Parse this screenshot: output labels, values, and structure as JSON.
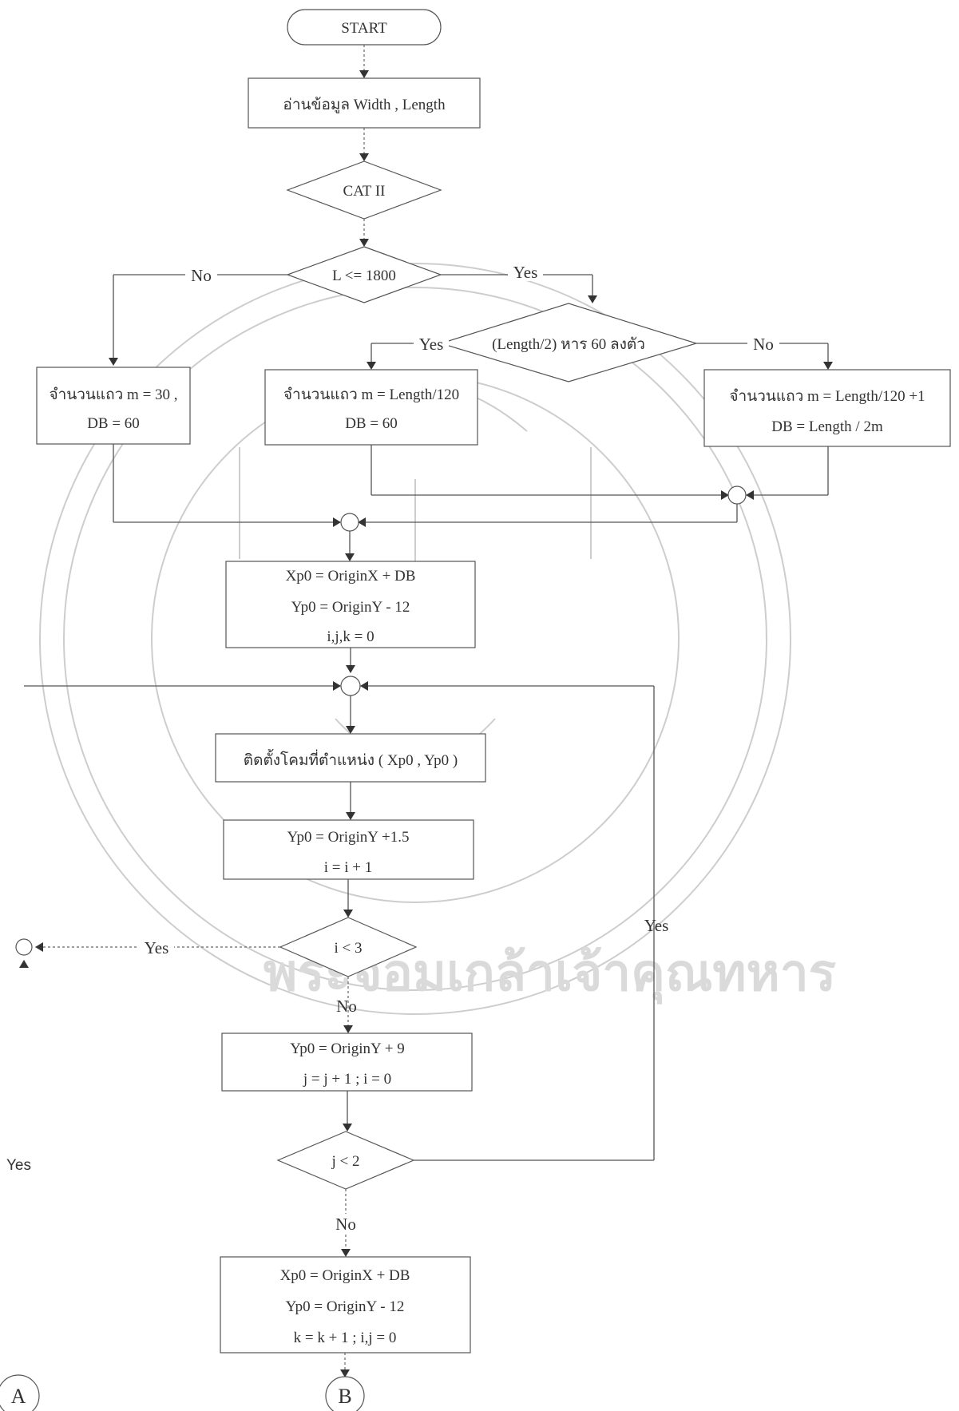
{
  "nodes": {
    "start": "START",
    "read_input": "อ่านข้อมูล Width , Length",
    "cat": "CAT  II",
    "length_check": "L <= 1800",
    "divisible_check": "(Length/2) หาร 60 ลงตัว",
    "rows_30": [
      "จำนวนแถว m = 30 ,",
      "DB = 60"
    ],
    "rows_length_120": [
      "จำนวนแถว m = Length/120",
      "DB = 60"
    ],
    "rows_length_120_plus_1": [
      "จำนวนแถว m = Length/120 +1",
      "DB = Length / 2m"
    ],
    "init": [
      "Xp0 = OriginX + DB",
      "Yp0 = OriginY - 12",
      "i,j,k = 0"
    ],
    "install": "ติดตั้งโคมที่ตำแหน่ง ( Xp0 , Yp0 )",
    "increment_i": [
      "Yp0 = OriginY +1.5",
      "i = i + 1"
    ],
    "i_check": "i < 3",
    "increment_j": [
      "Yp0 = OriginY + 9",
      "j = j + 1 ; i = 0"
    ],
    "j_check": "j < 2",
    "reset": [
      "Xp0 = OriginX + DB",
      "Yp0 = OriginY - 12",
      "k = k + 1  ;  i,j = 0"
    ]
  },
  "labels": {
    "yes": "Yes",
    "no": "No"
  },
  "connectors": {
    "a": "A",
    "b": "B"
  },
  "watermark": {
    "text": "พระจอมเกล้าเจ้าคุณทหาร"
  }
}
